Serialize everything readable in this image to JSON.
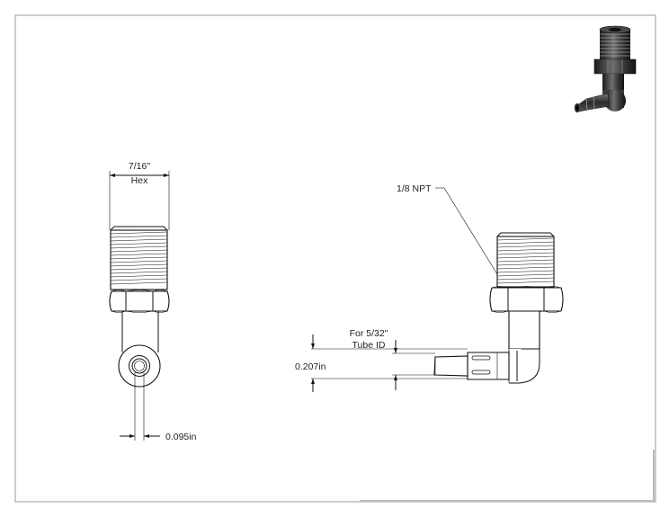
{
  "drawing": {
    "hex_size": "7/16\"",
    "hex_label": "Hex",
    "thread_label": "1/8 NPT",
    "tube_for": "For 5/32\"",
    "tube_id": "Tube ID",
    "barb_od": "0.207in",
    "bore": "0.095in"
  },
  "colors": {
    "line": "#111111",
    "frame": "#9a9a9a",
    "background": "#ffffff"
  },
  "icons": [
    "elbow-fitting-3d-render"
  ]
}
